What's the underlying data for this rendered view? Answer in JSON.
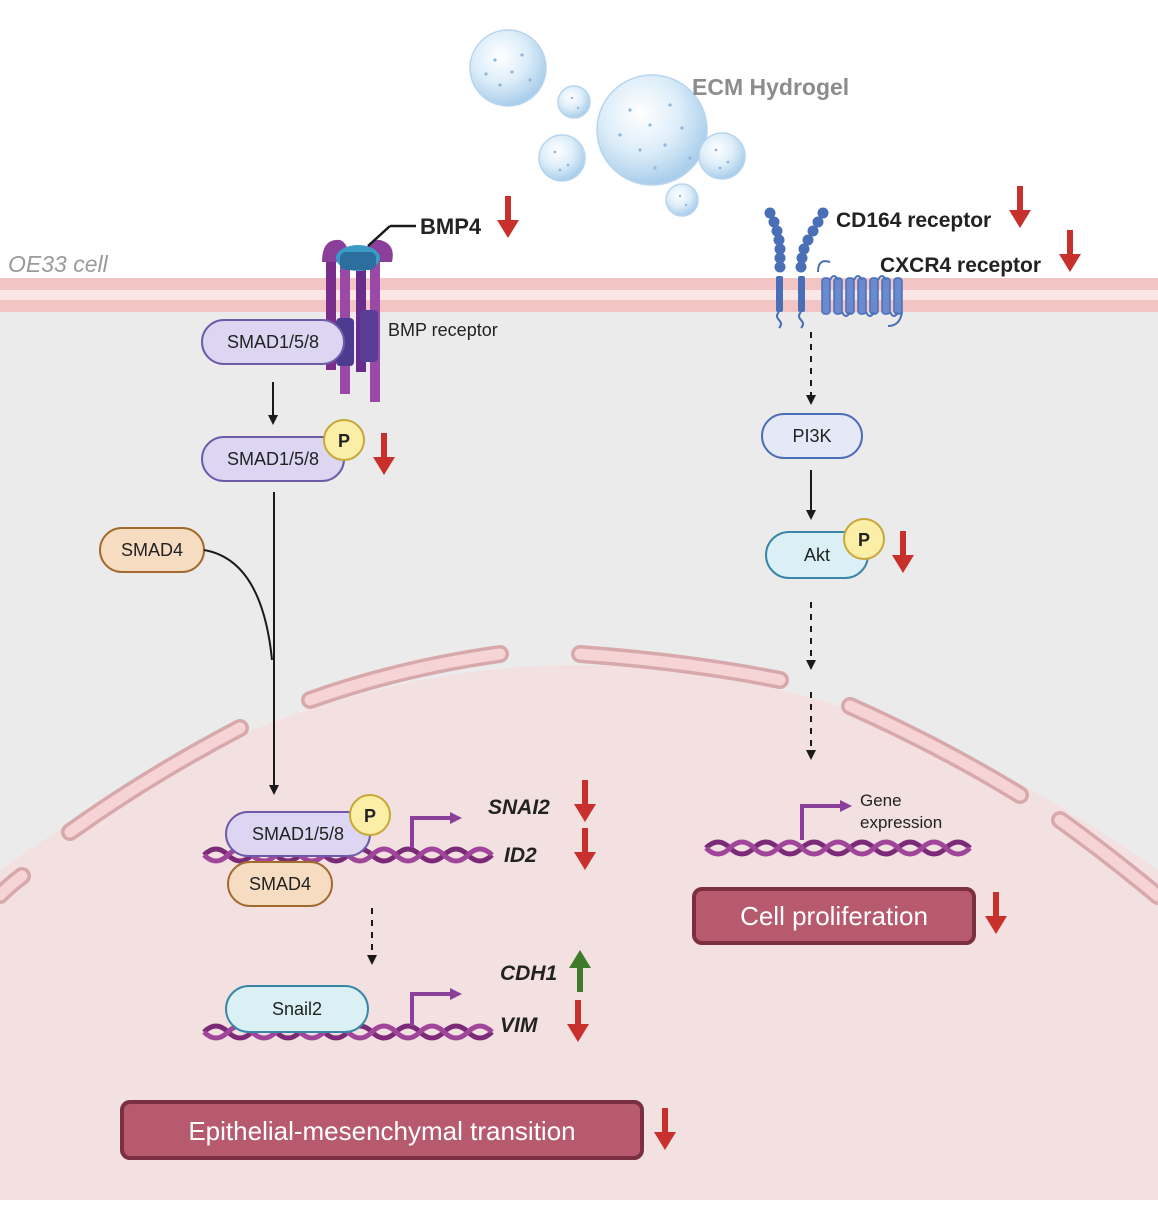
{
  "labels": {
    "ecm_hydrogel": "ECM Hydrogel",
    "cell_name": "OE33 cell",
    "bmp4": "BMP4",
    "bmp_receptor": "BMP receptor",
    "cd164_receptor": "CD164 receptor",
    "cxcr4_receptor": "CXCR4 receptor",
    "gene_expression_line1": "Gene",
    "gene_expression_line2": "expression"
  },
  "nodes": {
    "smad158_top": "SMAD1/5/8",
    "smad158_mid": "SMAD1/5/8",
    "smad4": "SMAD4",
    "smad158_nucleus": "SMAD1/5/8",
    "smad4_nucleus": "SMAD4",
    "snail2": "Snail2",
    "pi3k": "PI3K",
    "akt": "Akt",
    "phospho": "P"
  },
  "genes": {
    "snai2": "SNAI2",
    "id2": "ID2",
    "cdh1": "CDH1",
    "vim": "VIM"
  },
  "outcomes": {
    "emt": "Epithelial-mesenchymal transition",
    "proliferation": "Cell proliferation"
  },
  "colors": {
    "down_arrow": "#c8312b",
    "up_arrow": "#3f7a2a",
    "outcome_fill": "#b85a6e",
    "outcome_border": "#7a3040",
    "membrane": "#f3c4c4",
    "cytoplasm": "#ebebeb",
    "nucleus": "#f3e0e1",
    "smad_fill": "#dcd6f2",
    "smad4_fill": "#f6dcc1",
    "pi3k_fill": "#e4e8f7",
    "akt_fill": "#daf0f4",
    "phospho_fill": "#fbeea6",
    "dna": "#7a2a76"
  }
}
